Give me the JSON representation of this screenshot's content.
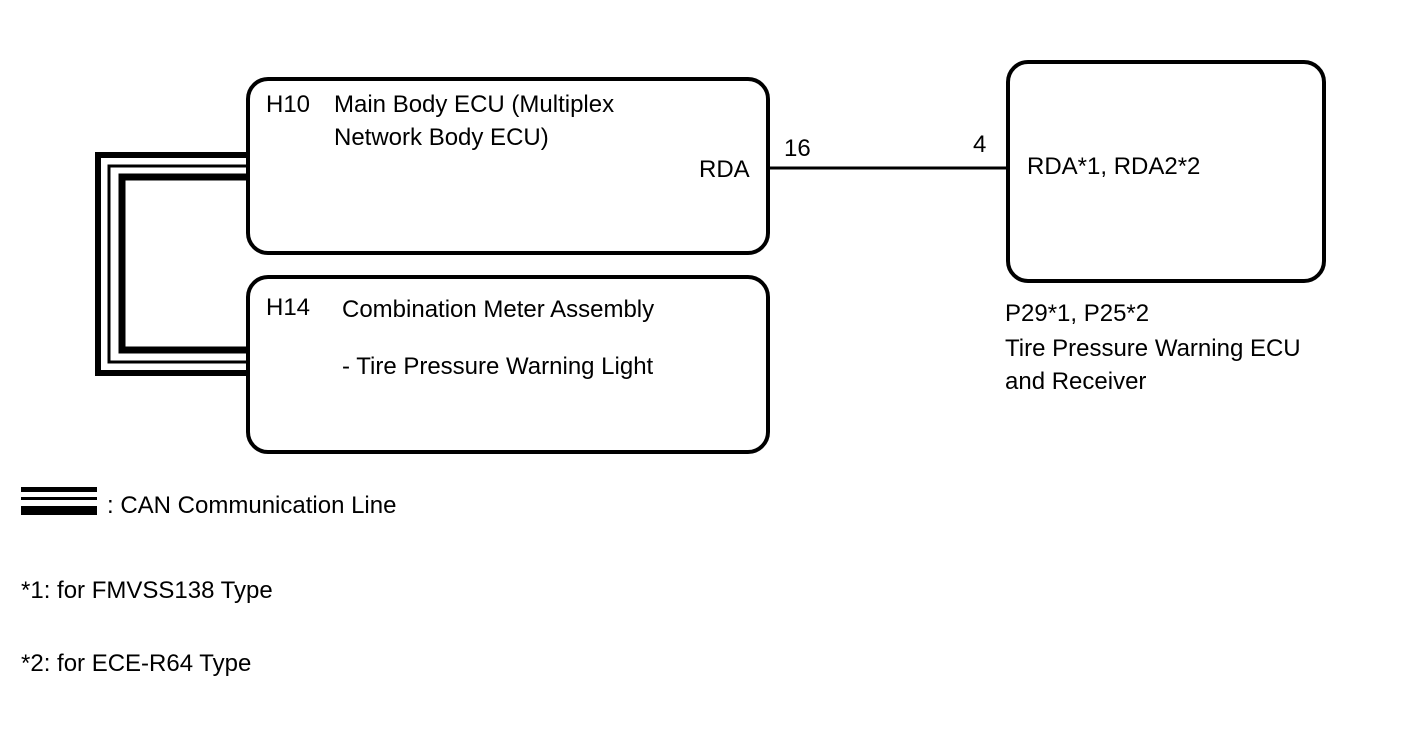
{
  "main_body_ecu": {
    "connector": "H10",
    "name_line1": "Main Body ECU (Multiplex",
    "name_line2": "Network Body ECU)",
    "terminal": "RDA"
  },
  "combination_meter": {
    "connector": "H14",
    "name": "Combination Meter Assembly",
    "sub_item": "- Tire Pressure Warning Light"
  },
  "tpw_ecu": {
    "terminal": "RDA*1, RDA2*2",
    "connector_label": "P29*1, P25*2",
    "name_line1": "Tire Pressure Warning ECU",
    "name_line2": "and Receiver"
  },
  "wire": {
    "pin_left": "16",
    "pin_right": "4"
  },
  "legend": {
    "can_line": ": CAN Communication Line"
  },
  "notes": {
    "note1": "*1: for FMVSS138 Type",
    "note2": "*2: for ECE-R64 Type"
  }
}
